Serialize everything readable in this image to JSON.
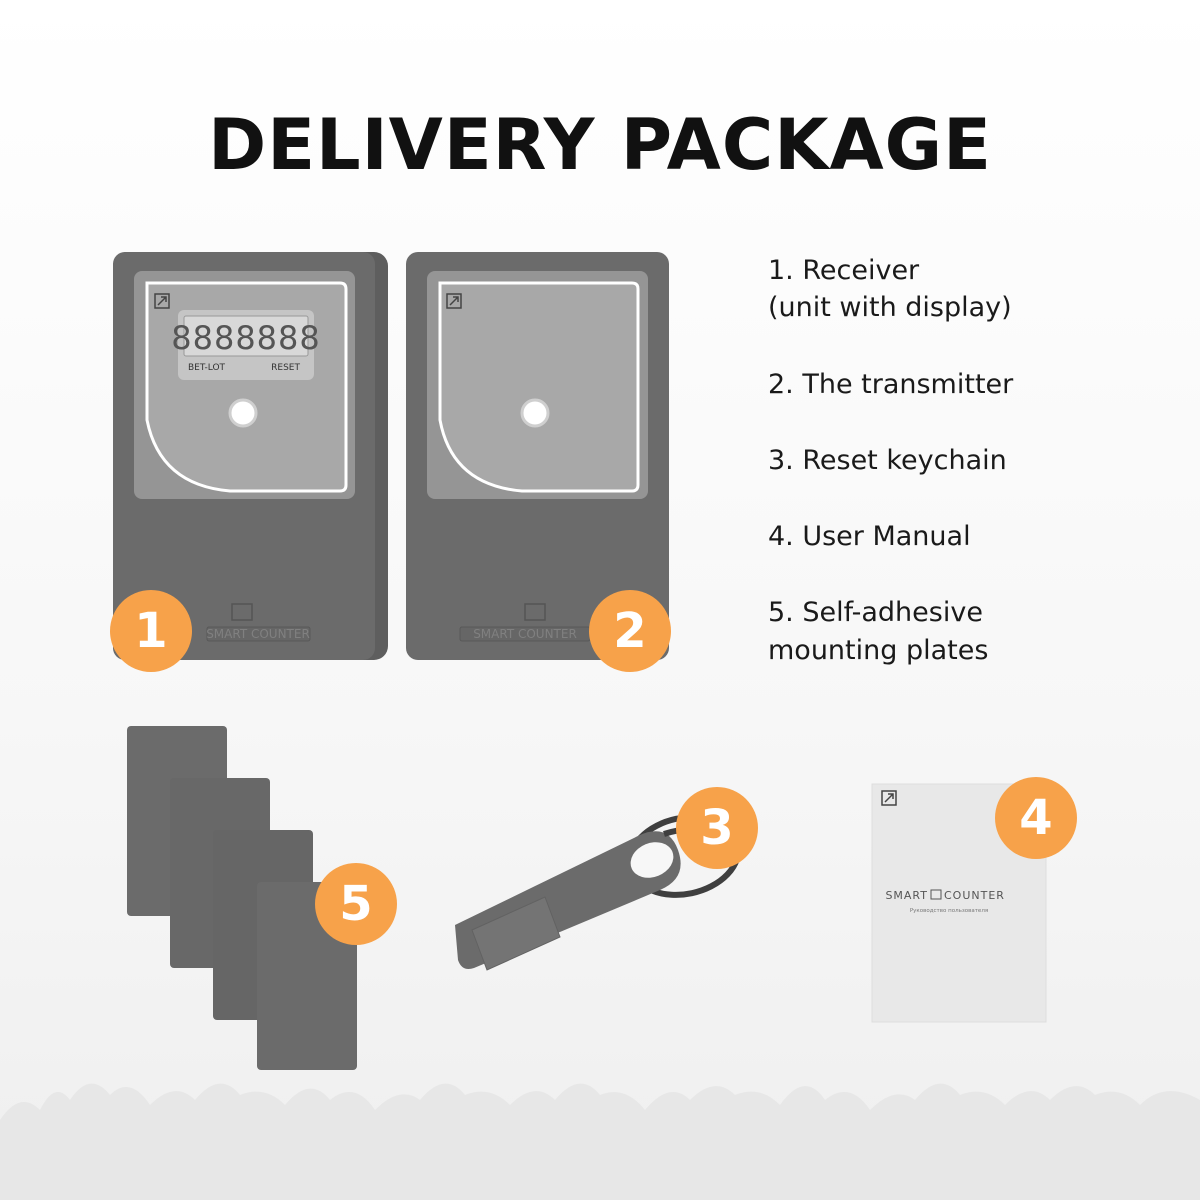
{
  "title": "DELIVERY PACKAGE",
  "receiver": {
    "display_digits": "8888888",
    "left_label": "BET-LOT",
    "right_label": "RESET",
    "brand": "SMART COUNTER"
  },
  "transmitter": {
    "brand": "SMART COUNTER"
  },
  "manual": {
    "brand": "SMART",
    "brand2": "COUNTER",
    "subtitle": "Руководство пользователя"
  },
  "legend": {
    "item1_line1": "1. Receiver",
    "item1_line2": "(unit with display)",
    "item2": "2. The transmitter",
    "item3": "3. Reset keychain",
    "item4": "4. User Manual",
    "item5_line1": "5. Self-adhesive",
    "item5_line2": "mounting plates"
  },
  "badges": {
    "b1": "1",
    "b2": "2",
    "b3": "3",
    "b4": "4",
    "b5": "5"
  },
  "colors": {
    "badge": "#f7a24a",
    "device": "#6b6b6b",
    "device_panel": "#909090",
    "background": "#f7f7f7"
  },
  "icons": [
    "arrow-box-icon",
    "led-icon",
    "silhouette-crowd"
  ]
}
